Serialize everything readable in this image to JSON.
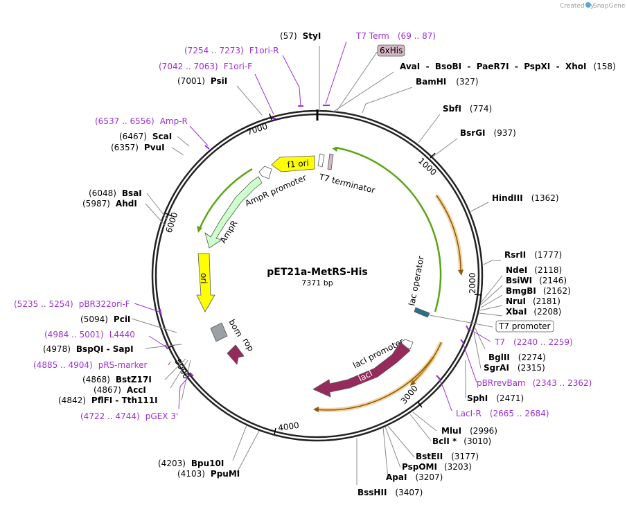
{
  "credit": {
    "prefix": "Created by",
    "brand": "SnapGene"
  },
  "plasmid": {
    "name": "pET21a-MetRS-His",
    "size": "7371 bp",
    "length": 7371
  },
  "enzymes": [
    {
      "name": "StyI",
      "pos": "(57)"
    },
    {
      "name": "AvaI  -  BsoBI  -  PaeR7I  -  PspXI  -  XhoI",
      "pos": "(158)"
    },
    {
      "name": "BamHI",
      "pos": "(327)"
    },
    {
      "name": "SbfI",
      "pos": "(774)"
    },
    {
      "name": "BsrGI",
      "pos": "(937)"
    },
    {
      "name": "HindIII",
      "pos": "(1362)"
    },
    {
      "name": "RsrII",
      "pos": "(1777)"
    },
    {
      "name": "NdeI",
      "pos": "(2118)"
    },
    {
      "name": "BsiWI",
      "pos": "(2146)"
    },
    {
      "name": "BmgBI",
      "pos": "(2162)"
    },
    {
      "name": "NruI",
      "pos": "(2181)"
    },
    {
      "name": "XbaI",
      "pos": "(2208)"
    },
    {
      "name": "BglII",
      "pos": "(2274)"
    },
    {
      "name": "SgrAI",
      "pos": "(2315)"
    },
    {
      "name": "SphI",
      "pos": "(2471)"
    },
    {
      "name": "MluI",
      "pos": "(2996)"
    },
    {
      "name": "BclI *",
      "pos": "(3010)"
    },
    {
      "name": "BstEII",
      "pos": "(3177)"
    },
    {
      "name": "PspOMI",
      "pos": "(3203)"
    },
    {
      "name": "ApaI",
      "pos": "(3207)"
    },
    {
      "name": "BssHII",
      "pos": "(3407)"
    },
    {
      "name": "Bpu10I",
      "pos": "(4203)"
    },
    {
      "name": "PpuMI",
      "pos": "(4103)"
    },
    {
      "name": "PflFI  -  Tth111I",
      "pos": "(4842)"
    },
    {
      "name": "AccI",
      "pos": "(4867)"
    },
    {
      "name": "BstZ17I",
      "pos": "(4868)"
    },
    {
      "name": "BspQI  -  SapI",
      "pos": "(4978)"
    },
    {
      "name": "PciI",
      "pos": "(5094)"
    },
    {
      "name": "AhdI",
      "pos": "(5987)"
    },
    {
      "name": "BsaI",
      "pos": "(6048)"
    },
    {
      "name": "PvuI",
      "pos": "(6357)"
    },
    {
      "name": "ScaI",
      "pos": "(6467)"
    },
    {
      "name": "PsiI",
      "pos": "(7001)"
    }
  ],
  "primers": [
    {
      "name": "T7 Term",
      "range": "(69 .. 87)"
    },
    {
      "name": "F1ori-R",
      "range": "(7254 .. 7273)"
    },
    {
      "name": "F1ori-F",
      "range": "(7042 .. 7063)"
    },
    {
      "name": "Amp-R",
      "range": "(6537 .. 6556)"
    },
    {
      "name": "pBR322ori-F",
      "range": "(5235 .. 5254)"
    },
    {
      "name": "L4440",
      "range": "(4984 .. 5001)"
    },
    {
      "name": "pRS-marker",
      "range": "(4885 .. 4904)"
    },
    {
      "name": "pGEX 3'",
      "range": "(4722 .. 4744)"
    },
    {
      "name": "T7",
      "range": "(2240 .. 2259)"
    },
    {
      "name": "pBRrevBam",
      "range": "(2343 .. 2362)"
    },
    {
      "name": "LacI-R",
      "range": "(2665 .. 2684)"
    }
  ],
  "boxed": {
    "his": "6xHis",
    "t7promoter": "T7 promoter"
  },
  "ticks": [
    "1000",
    "2000",
    "3000",
    "4000",
    "5000",
    "6000",
    "7000"
  ],
  "features": {
    "f1ori": "f1 ori",
    "t7term": "T7 terminator",
    "amppromoter": "AmpR promoter",
    "ampr": "AmpR",
    "ori": "ori",
    "bom": "bom",
    "rop": "rop",
    "lacop": "lac operator",
    "lacipromoter": "lacI promoter",
    "laci": "lacI"
  },
  "colors": {
    "primer": "#9a2fd6",
    "green": "#5aa514",
    "orange": "#e8a53c",
    "yellow": "#ffff00",
    "laci": "#962a5c",
    "ampr": "#ccffcc",
    "bom": "#9aa0a6"
  }
}
